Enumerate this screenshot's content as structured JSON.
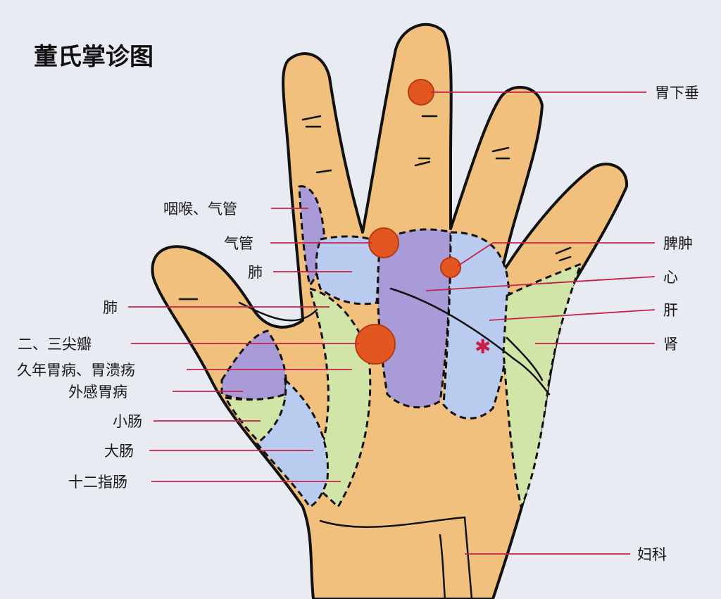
{
  "title": "董氏掌诊图",
  "colors": {
    "background": "#e8ebf2",
    "skin": "#f0c07c",
    "purple": "#a99bd8",
    "blue": "#b9cbee",
    "green": "#d2e5a8",
    "dot": "#e2561f",
    "leader": "#c8204a"
  },
  "labels_right": [
    "胃下垂",
    "脾肿",
    "心",
    "肝",
    "肾",
    "妇科"
  ],
  "labels_left": [
    "咽喉、气管",
    "气管",
    "肺",
    "肺",
    "二、三尖瓣",
    "久年胃病、胃溃疡",
    "外感胃病",
    "小肠",
    "大肠",
    "十二指肠"
  ],
  "marker": "✱"
}
